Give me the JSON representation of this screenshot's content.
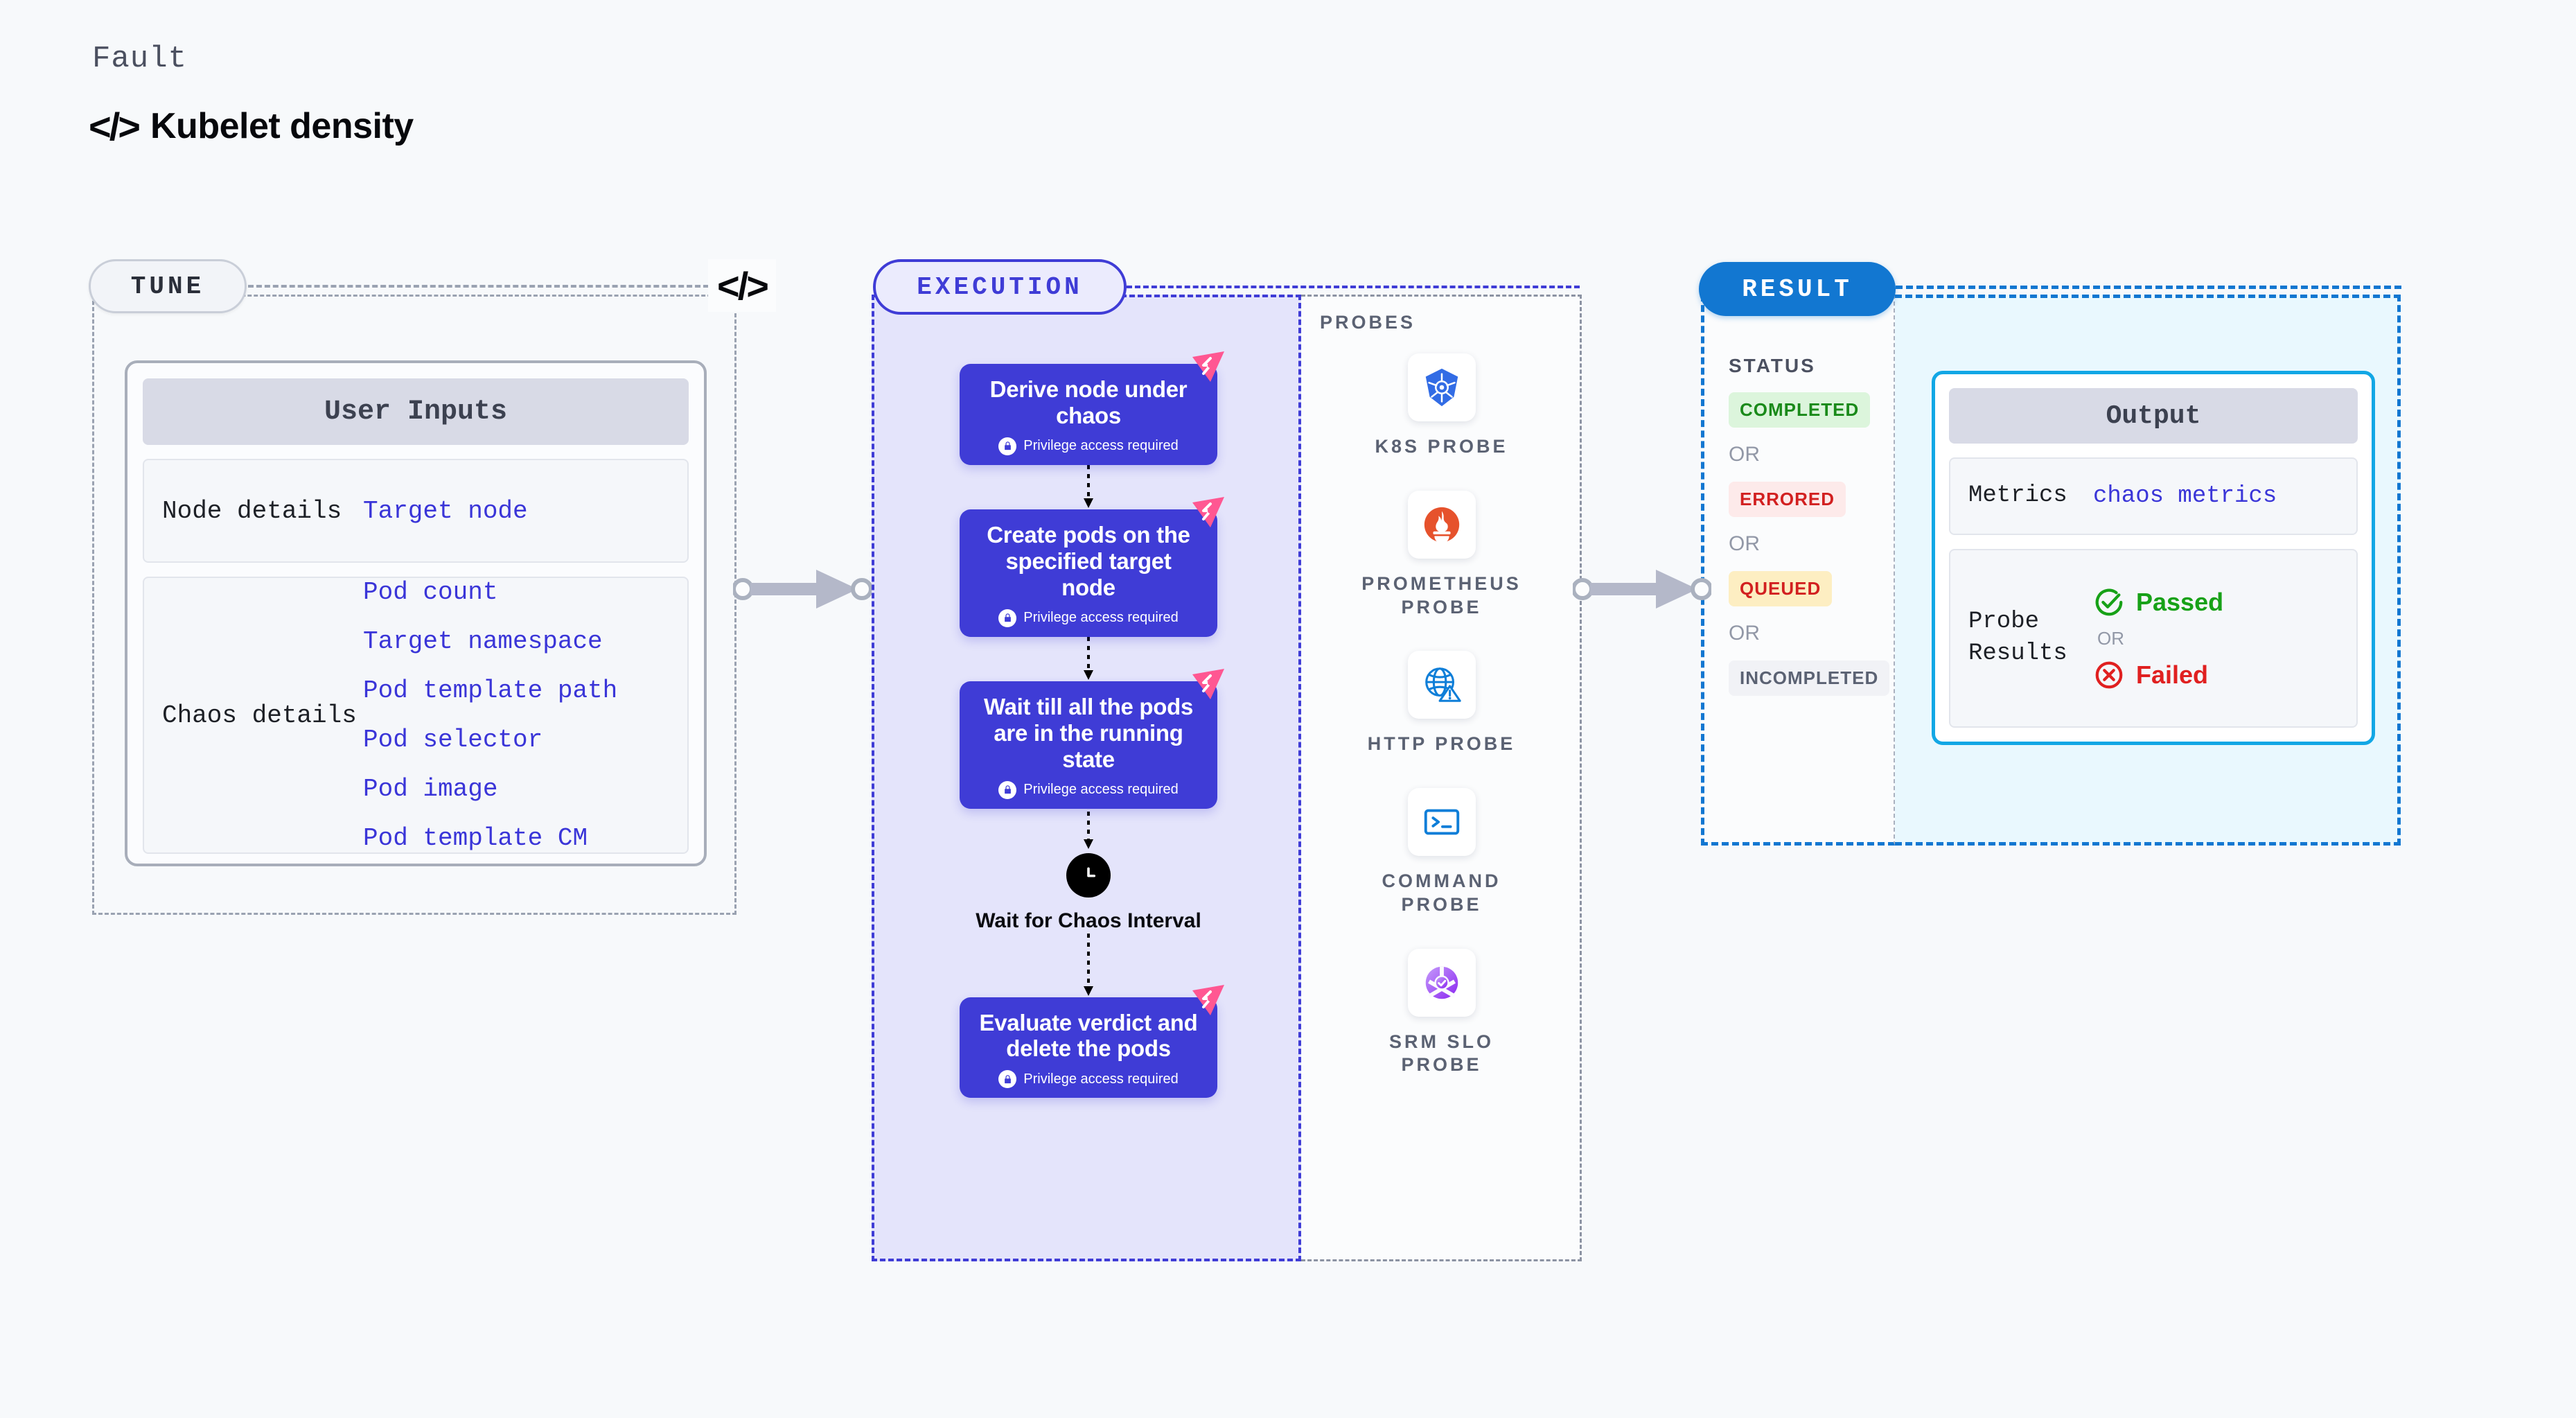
{
  "header": {
    "eyebrow": "Fault",
    "title": "Kubelet density",
    "code_icon": "</>"
  },
  "stages": {
    "tune": {
      "pill_label": "TUNE",
      "code_icon": "</>"
    },
    "execution": {
      "pill_label": "EXECUTION"
    },
    "probes": {
      "section_label": "PROBES"
    },
    "result": {
      "pill_label": "RESULT"
    }
  },
  "user_inputs": {
    "card_title": "User Inputs",
    "rows": [
      {
        "key": "Node details",
        "values": [
          "Target node"
        ]
      },
      {
        "key": "Chaos details",
        "values": [
          "Pod count",
          "Target namespace",
          "Pod template path",
          "Pod selector",
          "Pod image",
          "Pod template CM"
        ]
      }
    ]
  },
  "execution_flow": {
    "privilege_note": "Privilege access required",
    "steps": [
      {
        "title": "Derive node under chaos",
        "privileged": true
      },
      {
        "title": "Create pods on the specified target node",
        "privileged": true
      },
      {
        "title": "Wait till all the pods are in the running state",
        "privileged": true
      }
    ],
    "wait_node": {
      "label": "Wait for Chaos Interval",
      "icon": "clock-icon"
    },
    "final_step": {
      "title": "Evaluate verdict and delete the pods",
      "privileged": true
    }
  },
  "probes": [
    {
      "label": "K8S PROBE",
      "icon": "kubernetes-icon"
    },
    {
      "label": "PROMETHEUS PROBE",
      "icon": "prometheus-icon"
    },
    {
      "label": "HTTP PROBE",
      "icon": "globe-warning-icon"
    },
    {
      "label": "COMMAND PROBE",
      "icon": "terminal-icon"
    },
    {
      "label": "SRM SLO PROBE",
      "icon": "srm-slo-icon"
    }
  ],
  "result": {
    "status_title": "STATUS",
    "or_label": "OR",
    "statuses": [
      {
        "label": "COMPLETED",
        "bg": "#dcf5dc",
        "fg": "#1a8a1a"
      },
      {
        "label": "ERRORED",
        "bg": "#fdeaea",
        "fg": "#d22020"
      },
      {
        "label": "QUEUED",
        "bg": "#fdeec2",
        "fg": "#d22020"
      },
      {
        "label": "INCOMPLETED",
        "bg": "#f1f2f6",
        "fg": "#5b6273"
      }
    ]
  },
  "output": {
    "card_title": "Output",
    "metrics": {
      "key": "Metrics",
      "value": "chaos metrics"
    },
    "probe_results": {
      "key": "Probe Results",
      "or_label": "OR",
      "passed": "Passed",
      "failed": "Failed"
    }
  },
  "colors": {
    "primary_purple": "#3f3cd6",
    "result_blue": "#1277d1",
    "output_cyan": "#12a7e5",
    "link_blue": "#3a35d8",
    "harness_pink": "#ff5792"
  }
}
